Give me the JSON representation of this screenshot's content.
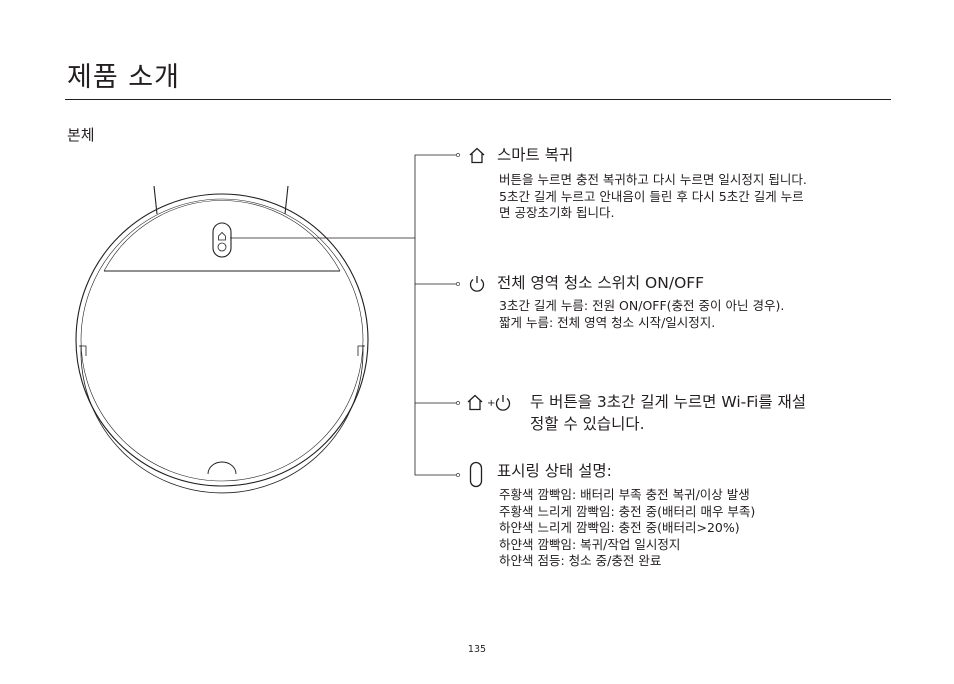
{
  "page_title": "제품 소개",
  "section_label": "본체",
  "features": [
    {
      "icon": "home-icon",
      "title": "스마트 복귀",
      "lines": [
        "버튼을 누르면 충전 복귀하고 다시 누르면 일시정지 됩니다.",
        "5초간 길게 누르고 안내음이 들린 후 다시 5초간 길게 누르",
        "면 공장초기화 됩니다."
      ]
    },
    {
      "icon": "power-icon",
      "title": "전체 영역 청소 스위치 ON/OFF",
      "lines": [
        "3초간 길게 누름: 전원 ON/OFF(충전 중이 아닌 경우).",
        "짧게 누름: 전체 영역 청소 시작/일시정지."
      ]
    },
    {
      "icon": "home-plus-power-icon",
      "plus": "+",
      "title_lines": [
        "두 버튼을 3초간 길게 누르면 Wi-Fi를 재설",
        "정할 수 있습니다."
      ]
    },
    {
      "icon": "indicator-light-icon",
      "title": "표시링 상태 설명:",
      "lines": [
        "주황색 깜빡임: 배터리 부족 충전 복귀/이상 발생",
        "주황색 느리게 깜빡임: 충전 중(배터리 매우 부족)",
        "하얀색 느리게 깜빡임: 충전 중(배터리>20%)",
        "하얀색 깜빡임: 복귀/작업 일시정지",
        "하얀색 점등: 청소 중/충전 완료"
      ]
    }
  ],
  "page_number": "135"
}
